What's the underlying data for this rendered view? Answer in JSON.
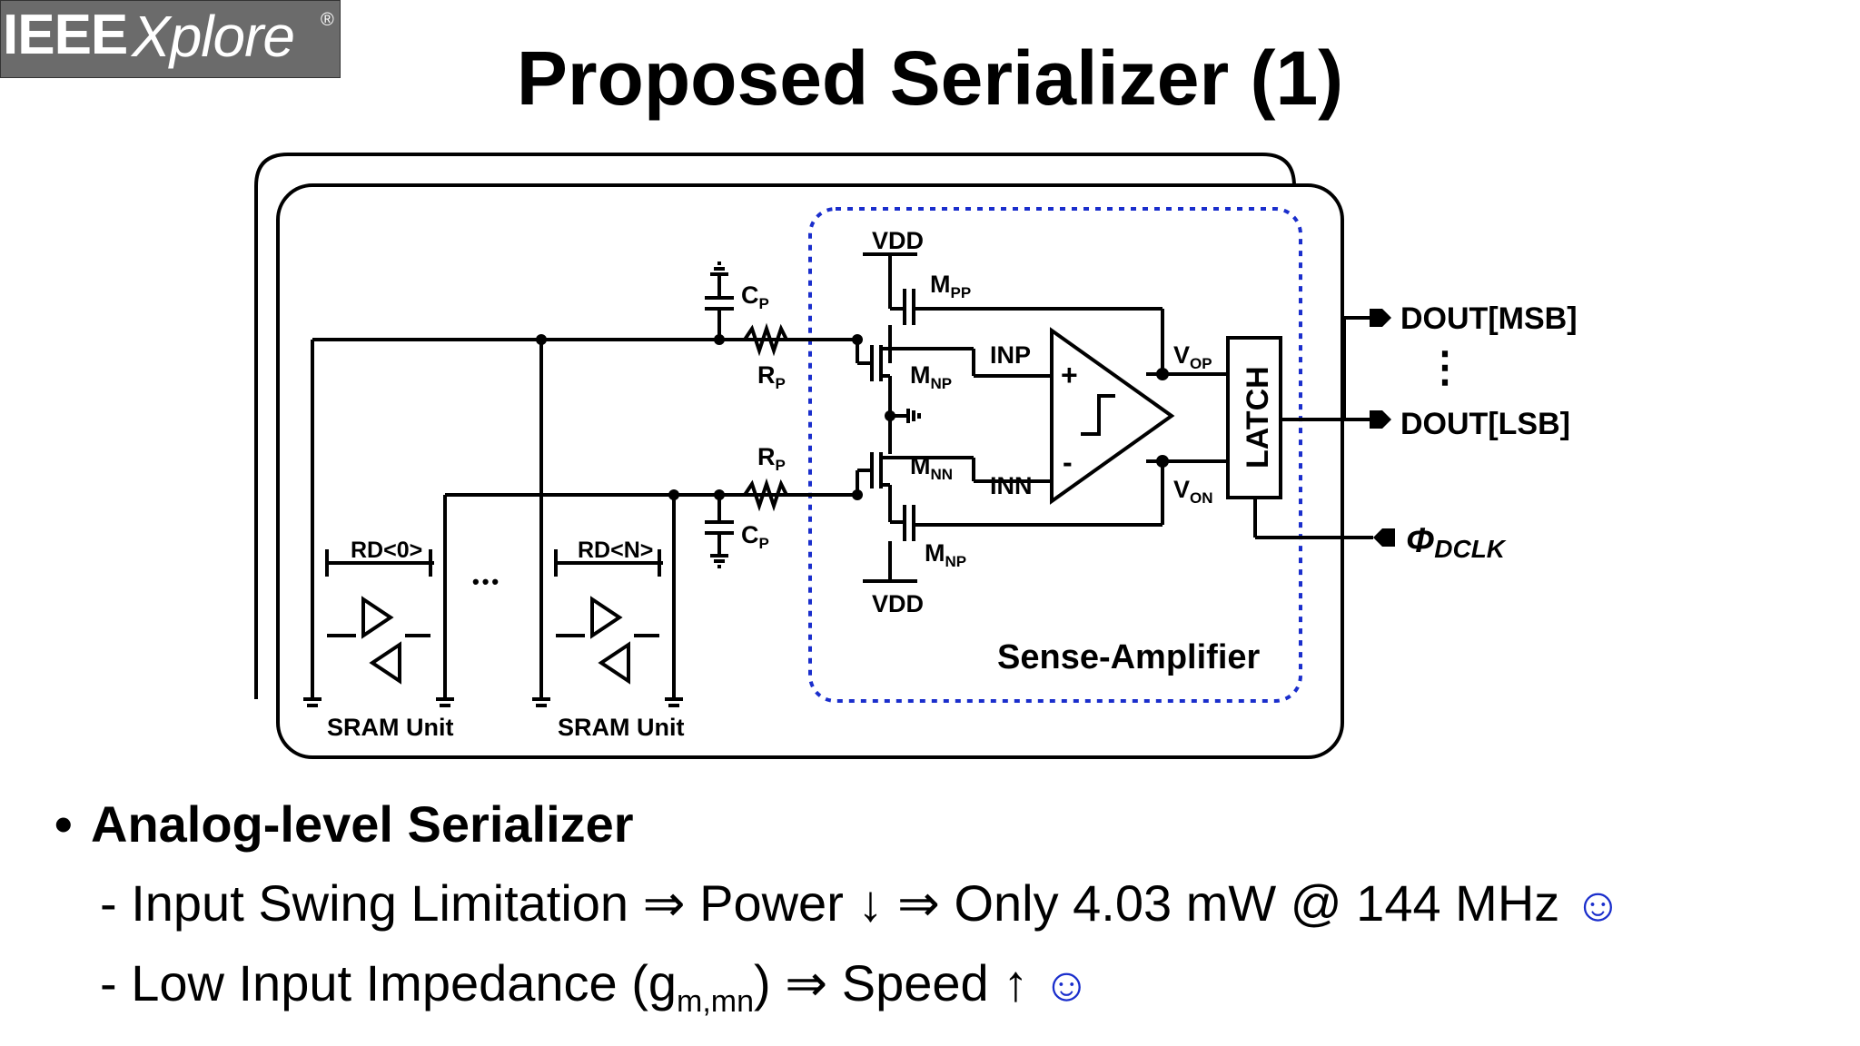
{
  "logo": {
    "brand": "IEEE",
    "product": "Xplore",
    "reg": "®"
  },
  "title": "Proposed Serializer (1)",
  "diagram": {
    "labels": {
      "vdd_top": "VDD",
      "vdd_bot": "VDD",
      "mpp": "M",
      "mpp_sub": "PP",
      "mnp1": "M",
      "mnp1_sub": "NP",
      "mnn": "M",
      "mnn_sub": "NN",
      "mnp2": "M",
      "mnp2_sub": "NP",
      "cp1": "C",
      "cp1_sub": "P",
      "cp2": "C",
      "cp2_sub": "P",
      "rp1": "R",
      "rp1_sub": "P",
      "rp2": "R",
      "rp2_sub": "P",
      "inp": "INP",
      "inn": "INN",
      "vop": "V",
      "vop_sub": "OP",
      "von": "V",
      "von_sub": "ON",
      "latch": "LATCH",
      "plus": "+",
      "minus": "-",
      "dout_msb": "DOUT[MSB]",
      "dout_lsb": "DOUT[LSB]",
      "vdots": "⋮",
      "phi": "Φ",
      "phi_sub": "DCLK",
      "rd0": "RD<0>",
      "rdn": "RD<N>",
      "ellipsis": "•••",
      "sram1": "SRAM Unit",
      "sram2": "SRAM Unit",
      "sense_amp": "Sense-Amplifier"
    },
    "colors": {
      "sense_amp_border": "#1a2ecc",
      "line": "#000000"
    }
  },
  "bullets": {
    "main": "Analog-level Serializer",
    "sub1": {
      "prefix": "- Input Swing Limitation ",
      "arrow1": "⇒",
      "mid": " Power ",
      "down": "↓",
      "arrow2": " ⇒",
      "tail": " Only 4.03 mW @ 144 MHz ",
      "smile": "☺"
    },
    "sub2": {
      "prefix": "- Low Input Impedance (g",
      "sub": "m,mn",
      "close": ") ",
      "arrow": "⇒",
      "tail": " Speed ",
      "up": "↑",
      "smile": "☺"
    }
  }
}
